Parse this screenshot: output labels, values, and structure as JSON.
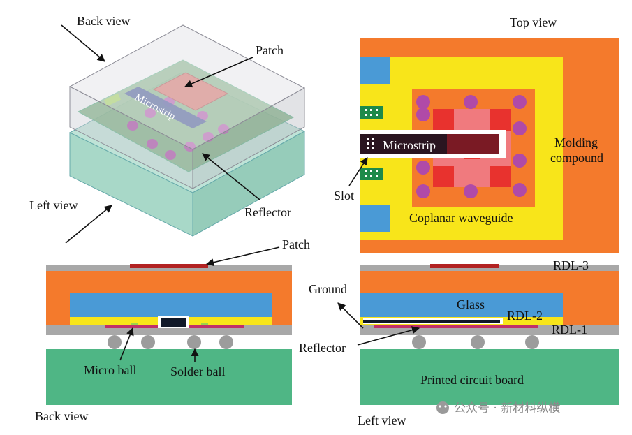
{
  "labels": {
    "back_view_top": "Back view",
    "patch_iso": "Patch",
    "microstrip_iso": "Microstrip",
    "reflector_iso": "Reflector",
    "left_view_iso": "Left view",
    "top_view": "Top view",
    "slot": "Slot",
    "microstrip_top": "Microstrip",
    "molding_compound_1": "Molding",
    "molding_compound_2": "compound",
    "coplanar_waveguide": "Coplanar waveguide",
    "patch_side": "Patch",
    "micro_ball": "Micro ball",
    "solder_ball": "Solder ball",
    "back_view_bottom": "Back view",
    "rdl3": "RDL-3",
    "ground": "Ground",
    "glass": "Glass",
    "rdl2": "RDL-2",
    "rdl1": "RDL-1",
    "reflector_side": "Reflector",
    "pcb": "Printed circuit board",
    "left_view_bottom": "Left view"
  },
  "watermark": "公众号 · 新材料纵横",
  "colors": {
    "molding": "#f47a2c",
    "yellow": "#f8e51a",
    "glass": "#4a9ad6",
    "pcb": "#4fb685",
    "pcb_iso": "#a8d8c8",
    "patch_red": "#e8322e",
    "patch_pink": "#f07a7e",
    "via": "#b04aa8",
    "rdl_gray": "#a8a8a8",
    "ball_gray": "#9c9c9c",
    "dark_red": "#b22222",
    "microstrip_dark": "#101828",
    "green_pad": "#1d8a4a"
  }
}
